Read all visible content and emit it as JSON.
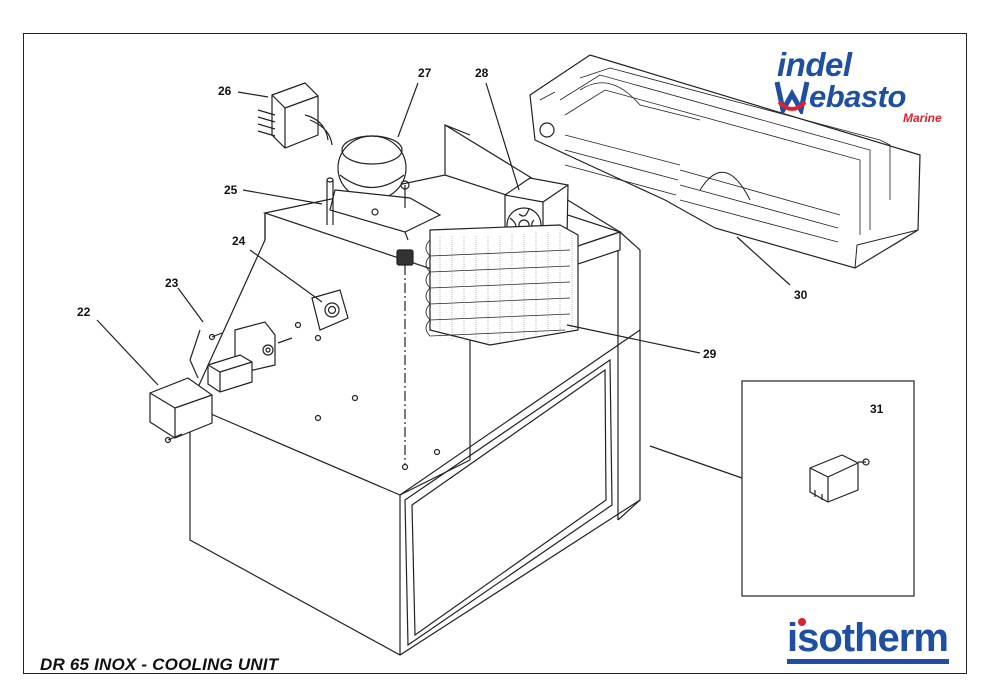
{
  "title": "DR 65 INOX - COOLING UNIT",
  "brand_top": {
    "line1": "indel",
    "line2": "ebasto",
    "line3": "Marine"
  },
  "brand_bottom": "isotherm",
  "callouts": [
    {
      "id": "22",
      "label": "22"
    },
    {
      "id": "23",
      "label": "23"
    },
    {
      "id": "24",
      "label": "24"
    },
    {
      "id": "25",
      "label": "25"
    },
    {
      "id": "26",
      "label": "26"
    },
    {
      "id": "27",
      "label": "27"
    },
    {
      "id": "28",
      "label": "28"
    },
    {
      "id": "29",
      "label": "29"
    },
    {
      "id": "30",
      "label": "30"
    },
    {
      "id": "31",
      "label": "31"
    }
  ],
  "colors": {
    "brand_blue": "#1e4fa3",
    "brand_red": "#d8242f",
    "line": "#222222"
  }
}
